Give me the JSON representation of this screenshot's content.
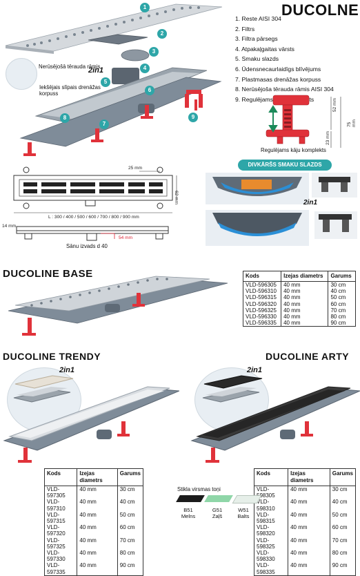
{
  "title": "DUCOLNE",
  "legend": [
    "1. Reste AISI 304",
    "2. Filtrs",
    "3. Filtra pārsegs",
    "4. Atpakaļgaitas vārsts",
    "5. Smaku slazds",
    "6. Ūdensnecaurlaidīgs blīvējums",
    "7. Plastmasas drenāžas korpuss",
    "8. Nerūsējoša tērauda rāmis AISI 304",
    "9. Regulējams kāju komplekts"
  ],
  "callouts": [
    "1",
    "2",
    "3",
    "4",
    "5",
    "6",
    "7",
    "8",
    "9"
  ],
  "labels": {
    "frame": "Nerūsējošā tērauda rāmis",
    "body": "Iekšējais slīpais drenāžas korpuss",
    "legs": "Regulējams kāju komplekts",
    "double_trap": "DIVKĀRŠS SMAKU SLAZDS",
    "lengths": "L : 300 / 400 / 500 / 600 / 700 / 800 / 900  mm",
    "outlet": "Sānu izvads d 40",
    "two_in_one": "2in1"
  },
  "dims": {
    "d25": "25 mm",
    "d62": "62 mm",
    "d14": "14 mm",
    "d54": "54 mm",
    "d52": "52 mm",
    "d23": "23 mm",
    "d75": "75 mm"
  },
  "base": {
    "title": "DUCOLINE BASE",
    "headers": [
      "Kods",
      "Izejas diametrs",
      "Garums"
    ],
    "rows": [
      [
        "VLD-596305",
        "40 mm",
        "30 cm"
      ],
      [
        "VLD-596310",
        "40 mm",
        "40 cm"
      ],
      [
        "VLD-596315",
        "40 mm",
        "50 cm"
      ],
      [
        "VLD-596320",
        "40 mm",
        "60 cm"
      ],
      [
        "VLD-596325",
        "40 mm",
        "70 cm"
      ],
      [
        "VLD-596330",
        "40 mm",
        "80 cm"
      ],
      [
        "VLD-596335",
        "40 mm",
        "90 cm"
      ]
    ]
  },
  "trendy": {
    "title": "DUCOLINE TRENDY",
    "headers": [
      "Kods",
      "Izejas diametrs",
      "Garums"
    ],
    "rows": [
      [
        "VLD-597305",
        "40 mm",
        "30 cm"
      ],
      [
        "VLD-597310",
        "40 mm",
        "40 cm"
      ],
      [
        "VLD-597315",
        "40 mm",
        "50 cm"
      ],
      [
        "VLD-597320",
        "40 mm",
        "60 cm"
      ],
      [
        "VLD-597325",
        "40 mm",
        "70 cm"
      ],
      [
        "VLD-597330",
        "40 mm",
        "80 cm"
      ],
      [
        "VLD-597335",
        "40 mm",
        "90 cm"
      ]
    ]
  },
  "arty": {
    "title": "DUCOLINE ARTY",
    "headers": [
      "Kods",
      "Izejas diametrs",
      "Garums"
    ],
    "rows": [
      [
        "VLD-598305",
        "40 mm",
        "30 cm"
      ],
      [
        "VLD-598310",
        "40 mm",
        "40 cm"
      ],
      [
        "VLD-598315",
        "40 mm",
        "50 cm"
      ],
      [
        "VLD-598320",
        "40 mm",
        "60 cm"
      ],
      [
        "VLD-598325",
        "40 mm",
        "70 cm"
      ],
      [
        "VLD-598330",
        "40 mm",
        "80 cm"
      ],
      [
        "VLD-598335",
        "40 mm",
        "90 cm"
      ]
    ]
  },
  "tones": {
    "title": "Stikla virsmas toņi",
    "items": [
      {
        "code": "B51",
        "name": "Melns",
        "color": "#1b1b1b"
      },
      {
        "code": "G51",
        "name": "Zaļš",
        "color": "#8fd6a8"
      },
      {
        "code": "W51",
        "name": "Balts",
        "color": "#e6efe9"
      }
    ]
  },
  "colors": {
    "accent": "#2ea6a8",
    "leg_red": "#e0323a",
    "body_gray": "#7f8c99",
    "steel": "#c9ced3"
  }
}
